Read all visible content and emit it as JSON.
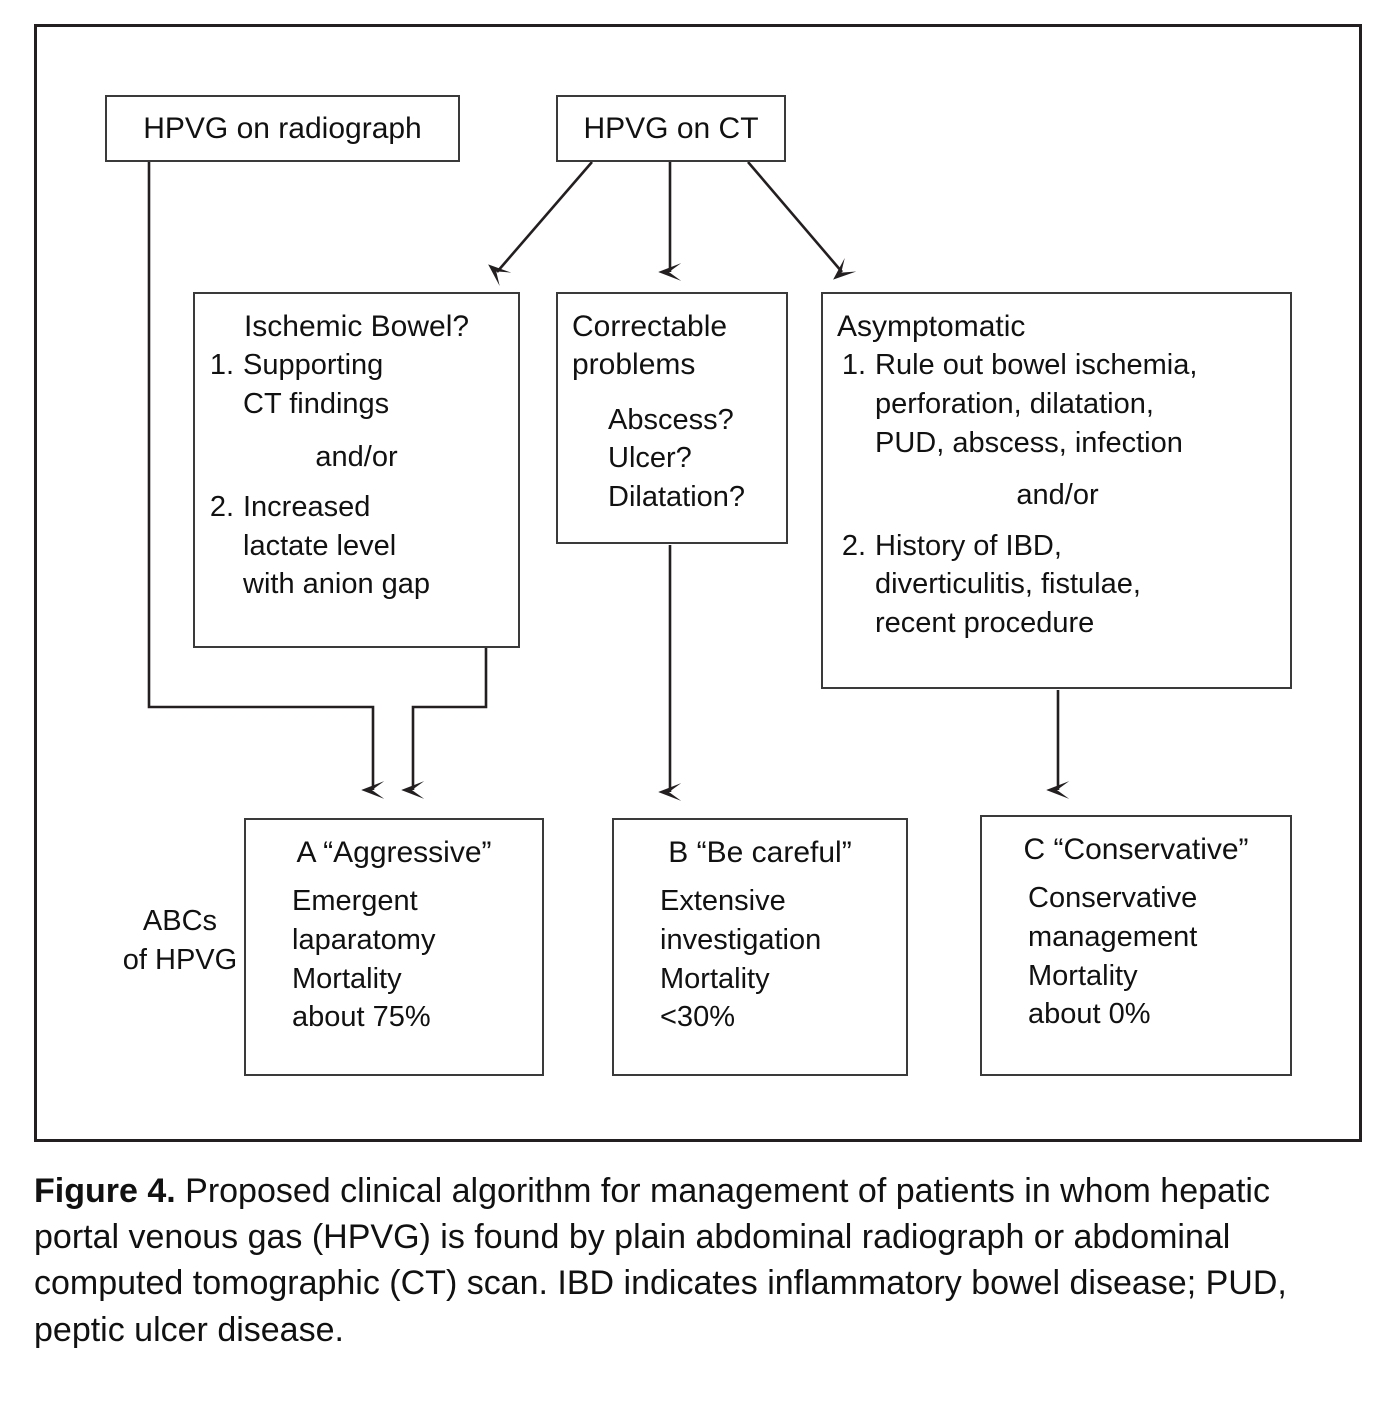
{
  "figure": {
    "caption_label": "Figure 4.",
    "caption_text": " Proposed clinical algorithm for management of patients in whom hepatic portal venous gas (HPVG) is found by plain abdominal radiograph or abdominal computed tomographic (CT) scan. IBD indicates inflammatory bowel disease; PUD, peptic ulcer disease."
  },
  "diagram": {
    "side_label": "ABCs\nof HPVG",
    "colors": {
      "frame_border": "#231f20",
      "box_border": "#3a3a3a",
      "text": "#111111",
      "connector": "#231f20",
      "background": "#ffffff"
    },
    "nodes": {
      "radiograph": {
        "label": "HPVG on radiograph"
      },
      "ct": {
        "label": "HPVG on CT"
      },
      "ischemic": {
        "title": "Ischemic Bowel?",
        "item1_num": "1.",
        "item1_text": "Supporting\nCT findings",
        "connector": "and/or",
        "item2_num": "2.",
        "item2_text": "Increased\nlactate level\nwith anion gap"
      },
      "correctable": {
        "title": "Correctable\nproblems",
        "items": "Abscess?\nUlcer?\nDilatation?"
      },
      "asymptomatic": {
        "title": "Asymptomatic",
        "item1_num": "1.",
        "item1_text": "Rule out bowel ischemia,\nperforation, dilatation,\nPUD, abscess, infection",
        "connector": "and/or",
        "item2_num": "2.",
        "item2_text": "History of IBD,\ndiverticulitis, fistulae,\nrecent procedure"
      },
      "outcome_a": {
        "title": "A “Aggressive”",
        "body": "Emergent\nlaparatomy\nMortality\nabout 75%"
      },
      "outcome_b": {
        "title": "B “Be careful”",
        "body": "Extensive\ninvestigation\nMortality\n<30%"
      },
      "outcome_c": {
        "title": "C “Conservative”",
        "body": "Conservative\nmanagement\nMortality\nabout 0%"
      }
    }
  }
}
